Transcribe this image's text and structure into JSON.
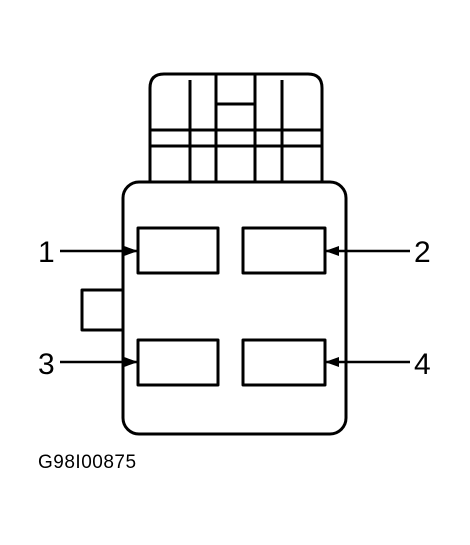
{
  "figure_id": "G98I00875",
  "pins": [
    {
      "label": "1"
    },
    {
      "label": "2"
    },
    {
      "label": "3"
    },
    {
      "label": "4"
    }
  ]
}
